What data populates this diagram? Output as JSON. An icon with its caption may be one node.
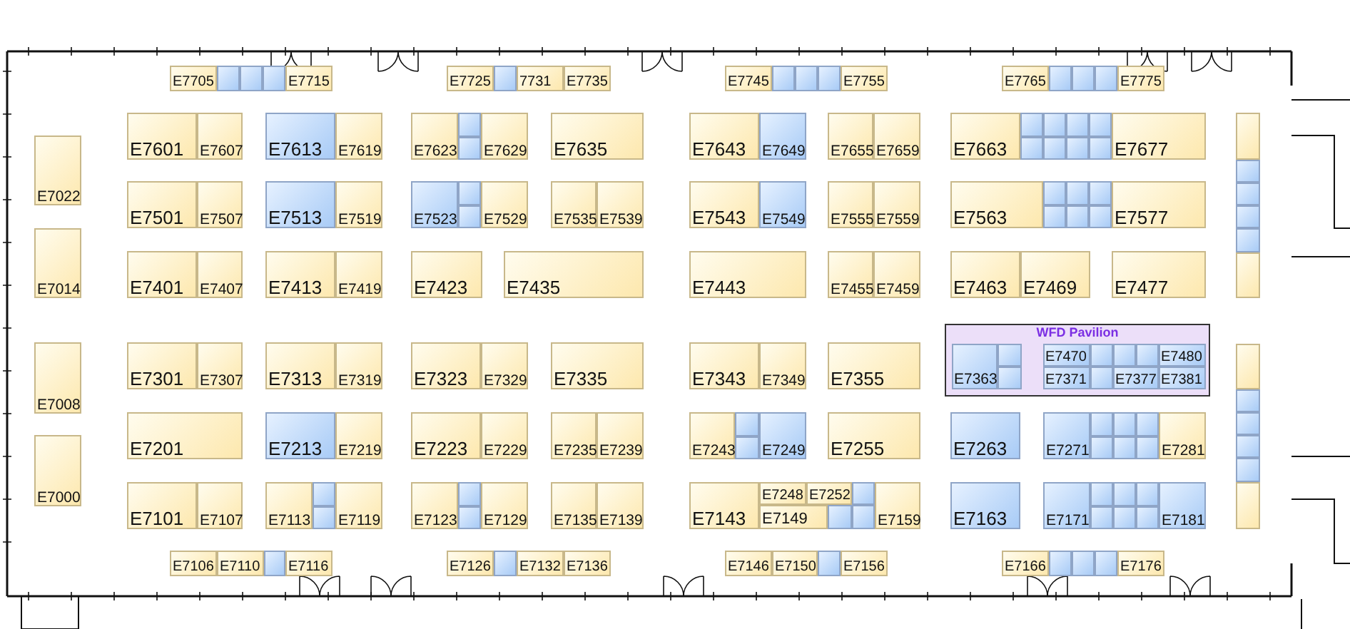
{
  "diagram": {
    "nodes": [
      {
        "text": [
          "E7705"
        ]
      },
      {
        "text": [],
        "shape": "box"
      },
      {
        "text": [],
        "shape": "box"
      },
      {
        "text": [],
        "shape": "box"
      },
      {
        "text": [
          "E7715"
        ]
      },
      {
        "text": [
          "E7725"
        ]
      },
      {
        "text": [],
        "shape": "box"
      },
      {
        "text": [
          "7731"
        ]
      },
      {
        "text": [
          "E7735"
        ]
      },
      {
        "text": [
          "E7745"
        ]
      },
      {
        "text": [],
        "shape": "box"
      },
      {
        "text": [],
        "shape": "box"
      },
      {
        "text": [],
        "shape": "box"
      },
      {
        "text": [
          "E7755"
        ]
      },
      {
        "text": [
          "E7765"
        ]
      },
      {
        "text": [],
        "shape": "box"
      },
      {
        "text": [],
        "shape": "box"
      },
      {
        "text": [],
        "shape": "box"
      },
      {
        "text": [
          "E7775"
        ]
      },
      {
        "text": [
          "E7601"
        ]
      },
      {
        "text": [
          "E7607"
        ]
      },
      {
        "text": [
          "E7613"
        ]
      },
      {
        "text": [
          "E7619"
        ]
      },
      {
        "text": [
          "E7623"
        ]
      },
      {
        "text": [],
        "shape": "box"
      },
      {
        "text": [],
        "shape": "box"
      },
      {
        "text": [
          "E7629"
        ]
      },
      {
        "text": [
          "E7635"
        ]
      },
      {
        "text": [
          "E7643"
        ]
      },
      {
        "text": [
          "E7649"
        ]
      },
      {
        "text": [
          "E7655"
        ]
      },
      {
        "text": [
          "E7659"
        ]
      },
      {
        "text": [
          "E7663"
        ]
      },
      {
        "text": [],
        "shape": "box"
      },
      {
        "text": [],
        "shape": "box"
      },
      {
        "text": [],
        "shape": "box"
      },
      {
        "text": [],
        "shape": "box"
      },
      {
        "text": [],
        "shape": "box"
      },
      {
        "text": [],
        "shape": "box"
      },
      {
        "text": [],
        "shape": "box"
      },
      {
        "text": [],
        "shape": "box"
      },
      {
        "text": [
          "E7677"
        ]
      },
      {
        "text": [],
        "shape": "box"
      },
      {
        "text": [],
        "shape": "box"
      },
      {
        "text": [],
        "shape": "box"
      },
      {
        "text": [],
        "shape": "box"
      },
      {
        "text": [],
        "shape": "box"
      },
      {
        "text": [],
        "shape": "box"
      },
      {
        "text": [
          "E7022"
        ]
      },
      {
        "text": [
          "E7501"
        ]
      },
      {
        "text": [
          "E7507"
        ]
      },
      {
        "text": [
          "E7513"
        ]
      },
      {
        "text": [
          "E7519"
        ]
      },
      {
        "text": [
          "E7523"
        ]
      },
      {
        "text": [],
        "shape": "box"
      },
      {
        "text": [],
        "shape": "box"
      },
      {
        "text": [
          "E7529"
        ]
      },
      {
        "text": [
          "E7535"
        ]
      },
      {
        "text": [
          "E7539"
        ]
      },
      {
        "text": [
          "E7543"
        ]
      },
      {
        "text": [
          "E7549"
        ]
      },
      {
        "text": [
          "E7555"
        ]
      },
      {
        "text": [
          "E7559"
        ]
      },
      {
        "text": [
          "E7563"
        ]
      },
      {
        "text": [],
        "shape": "box"
      },
      {
        "text": [],
        "shape": "box"
      },
      {
        "text": [],
        "shape": "box"
      },
      {
        "text": [],
        "shape": "box"
      },
      {
        "text": [],
        "shape": "box"
      },
      {
        "text": [],
        "shape": "box"
      },
      {
        "text": [
          "E7577"
        ]
      },
      {
        "text": [
          "E7014"
        ]
      },
      {
        "text": [
          "E7401"
        ]
      },
      {
        "text": [
          "E7407"
        ]
      },
      {
        "text": [
          "E7413"
        ]
      },
      {
        "text": [
          "E7419"
        ]
      },
      {
        "text": [
          "E7423"
        ]
      },
      {
        "text": [
          "E7435"
        ]
      },
      {
        "text": [
          "E7443"
        ]
      },
      {
        "text": [
          "E7455"
        ]
      },
      {
        "text": [
          "E7459"
        ]
      },
      {
        "text": [
          "E7463"
        ]
      },
      {
        "text": [
          "E7469"
        ]
      },
      {
        "text": [
          "E7477"
        ]
      },
      {
        "text": [
          "WFD Pavilion"
        ]
      },
      {
        "text": [
          "E7301"
        ]
      },
      {
        "text": [
          "E7307"
        ]
      },
      {
        "text": [
          "E7313"
        ]
      },
      {
        "text": [
          "E7319"
        ]
      },
      {
        "text": [
          "E7323"
        ]
      },
      {
        "text": [
          "E7329"
        ]
      },
      {
        "text": [
          "E7335"
        ]
      },
      {
        "text": [
          "E7343"
        ]
      },
      {
        "text": [
          "E7349"
        ]
      },
      {
        "text": [
          "E7355"
        ]
      },
      {
        "text": [
          "E7363"
        ],
        "in": 84
      },
      {
        "text": [],
        "shape": "box",
        "in": 84
      },
      {
        "text": [],
        "shape": "box",
        "in": 84
      },
      {
        "text": [
          "E7470"
        ],
        "in": 84
      },
      {
        "text": [],
        "shape": "box",
        "in": 84
      },
      {
        "text": [],
        "shape": "box",
        "in": 84
      },
      {
        "text": [],
        "shape": "box",
        "in": 84
      },
      {
        "text": [
          "E7480"
        ],
        "in": 84
      },
      {
        "text": [
          "E7371"
        ],
        "in": 84
      },
      {
        "text": [],
        "shape": "box",
        "in": 84
      },
      {
        "text": [
          "E7377"
        ],
        "in": 84
      },
      {
        "text": [
          "E7381"
        ],
        "in": 84
      },
      {
        "text": [],
        "shape": "box"
      },
      {
        "text": [],
        "shape": "box"
      },
      {
        "text": [],
        "shape": "box"
      },
      {
        "text": [],
        "shape": "box"
      },
      {
        "text": [],
        "shape": "box"
      },
      {
        "text": [],
        "shape": "box"
      },
      {
        "text": [
          "E7008"
        ]
      },
      {
        "text": [
          "E7201"
        ]
      },
      {
        "text": [
          "E7213"
        ]
      },
      {
        "text": [
          "E7219"
        ]
      },
      {
        "text": [
          "E7223"
        ]
      },
      {
        "text": [
          "E7229"
        ]
      },
      {
        "text": [
          "E7235"
        ]
      },
      {
        "text": [
          "E7239"
        ]
      },
      {
        "text": [
          "E7243"
        ]
      },
      {
        "text": [],
        "shape": "box"
      },
      {
        "text": [],
        "shape": "box"
      },
      {
        "text": [
          "E7249"
        ]
      },
      {
        "text": [
          "E7255"
        ]
      },
      {
        "text": [
          "E7263"
        ]
      },
      {
        "text": [
          "E7271"
        ]
      },
      {
        "text": [],
        "shape": "box"
      },
      {
        "text": [],
        "shape": "box"
      },
      {
        "text": [],
        "shape": "box"
      },
      {
        "text": [],
        "shape": "box"
      },
      {
        "text": [],
        "shape": "box"
      },
      {
        "text": [],
        "shape": "box"
      },
      {
        "text": [
          "E7281"
        ]
      },
      {
        "text": [
          "E7000"
        ]
      },
      {
        "text": [
          "E7101"
        ]
      },
      {
        "text": [
          "E7107"
        ]
      },
      {
        "text": [
          "E7113"
        ]
      },
      {
        "text": [],
        "shape": "box"
      },
      {
        "text": [],
        "shape": "box"
      },
      {
        "text": [
          "E7119"
        ]
      },
      {
        "text": [
          "E7123"
        ]
      },
      {
        "text": [],
        "shape": "box"
      },
      {
        "text": [],
        "shape": "box"
      },
      {
        "text": [
          "E7129"
        ]
      },
      {
        "text": [
          "E7135"
        ]
      },
      {
        "text": [
          "E7139"
        ]
      },
      {
        "text": [
          "E7143"
        ]
      },
      {
        "text": [
          "E7248"
        ]
      },
      {
        "text": [
          "E7252"
        ]
      },
      {
        "text": [],
        "shape": "box"
      },
      {
        "text": [
          "E7149"
        ]
      },
      {
        "text": [],
        "shape": "box"
      },
      {
        "text": [],
        "shape": "box"
      },
      {
        "text": [
          "E7159"
        ]
      },
      {
        "text": [
          "E7163"
        ]
      },
      {
        "text": [
          "E7171"
        ]
      },
      {
        "text": [],
        "shape": "box"
      },
      {
        "text": [],
        "shape": "box"
      },
      {
        "text": [],
        "shape": "box"
      },
      {
        "text": [],
        "shape": "box"
      },
      {
        "text": [],
        "shape": "box"
      },
      {
        "text": [],
        "shape": "box"
      },
      {
        "text": [
          "E7181"
        ]
      },
      {
        "text": [
          "E7106"
        ]
      },
      {
        "text": [
          "E7110"
        ]
      },
      {
        "text": [],
        "shape": "box"
      },
      {
        "text": [
          "E7116"
        ]
      },
      {
        "text": [
          "E7126"
        ]
      },
      {
        "text": [],
        "shape": "box"
      },
      {
        "text": [
          "E7132"
        ]
      },
      {
        "text": [
          "E7136"
        ]
      },
      {
        "text": [
          "E7146"
        ]
      },
      {
        "text": [
          "E7150"
        ]
      },
      {
        "text": [],
        "shape": "box"
      },
      {
        "text": [
          "E7156"
        ]
      },
      {
        "text": [
          "E7166"
        ]
      },
      {
        "text": [],
        "shape": "box"
      },
      {
        "text": [],
        "shape": "box"
      },
      {
        "text": [],
        "shape": "box"
      },
      {
        "text": [
          "E7176"
        ]
      }
    ]
  }
}
